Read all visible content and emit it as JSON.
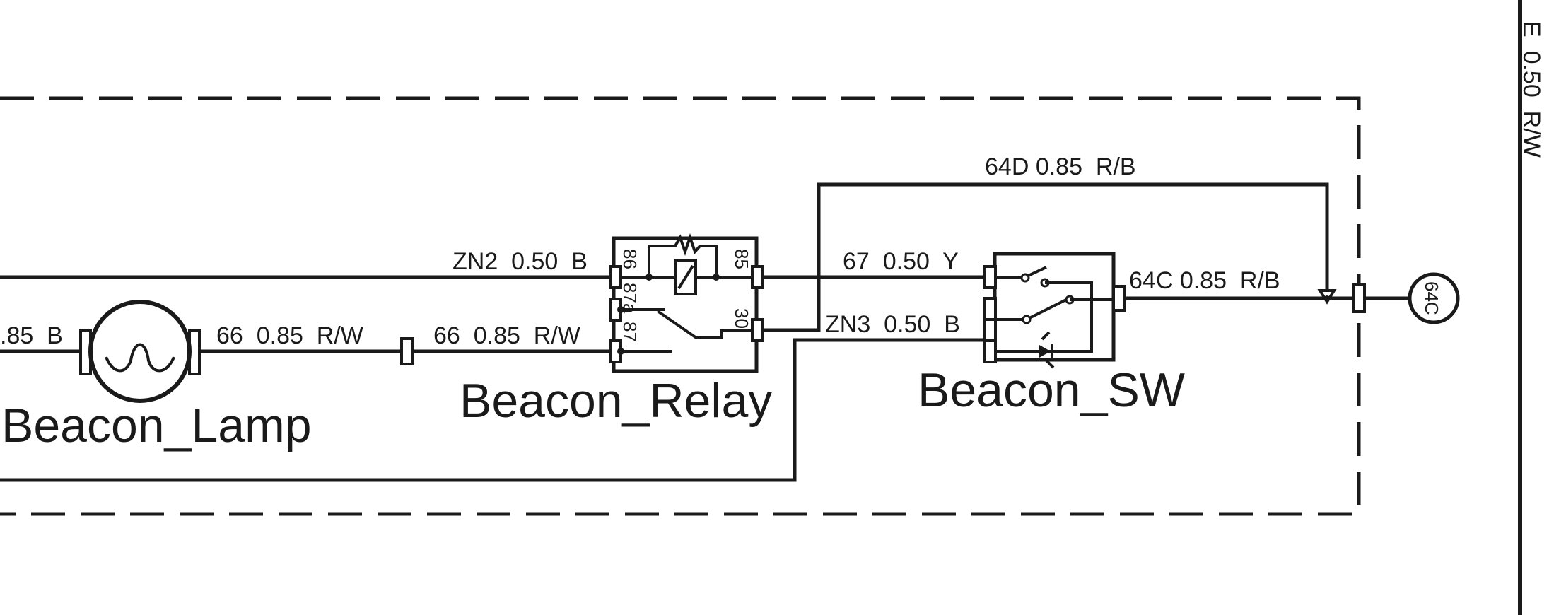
{
  "colors": {
    "line": "#1a1a1a",
    "background": "#ffffff"
  },
  "wires": {
    "zn2": "ZN2  0.50  B",
    "w66_lamp": "66  0.85  R/W",
    "w66_relay": "66  0.85  R/W",
    "w67": "67  0.50  Y",
    "zn3": "ZN3  0.50  B",
    "w64c": "64C 0.85  R/B",
    "w64d": "64D 0.85  R/B",
    "left_partial": ".85  B",
    "right_partial": "E  0.50  R/W"
  },
  "components": {
    "lamp": "Beacon_Lamp",
    "relay": "Beacon_Relay",
    "switch": "Beacon_SW"
  },
  "relay_pins": {
    "p86": "86",
    "p85": "85",
    "p87a": "87a",
    "p87": "87",
    "p30": "30"
  },
  "connector": "64C"
}
